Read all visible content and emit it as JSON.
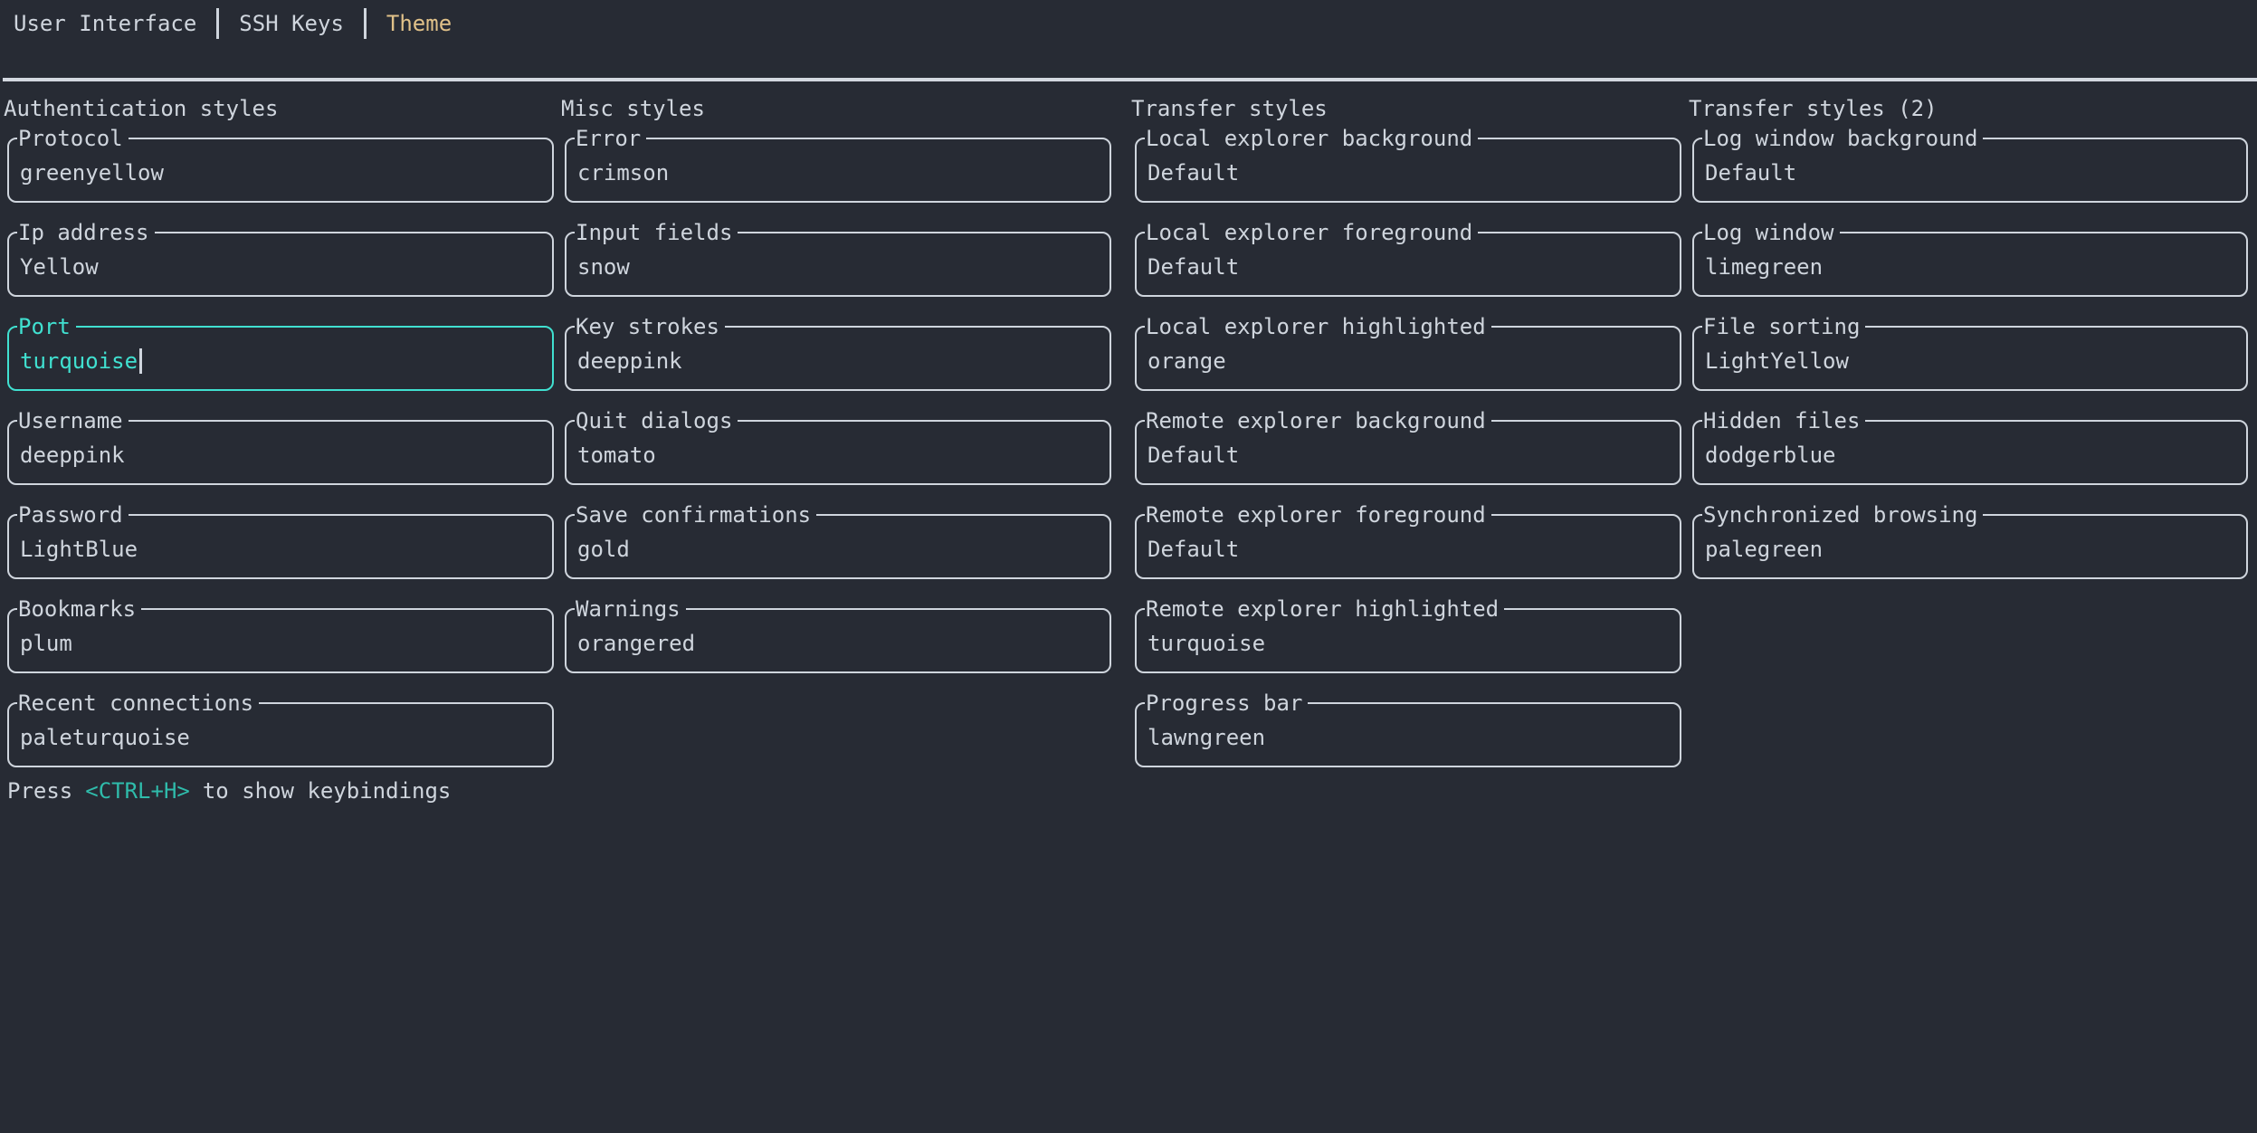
{
  "tab_bar": {
    "tabs": [
      {
        "label": "User Interface",
        "active": false
      },
      {
        "label": "SSH Keys",
        "active": false
      },
      {
        "label": "Theme",
        "active": true
      }
    ]
  },
  "columns": [
    {
      "header": "Authentication styles",
      "fields": [
        {
          "label": "Protocol",
          "value": "greenyellow",
          "focused": false
        },
        {
          "label": "Ip address",
          "value": "Yellow",
          "focused": false
        },
        {
          "label": "Port",
          "value": "turquoise",
          "focused": true
        },
        {
          "label": "Username",
          "value": "deeppink",
          "focused": false
        },
        {
          "label": "Password",
          "value": "LightBlue",
          "focused": false
        },
        {
          "label": "Bookmarks",
          "value": "plum",
          "focused": false
        },
        {
          "label": "Recent connections",
          "value": "paleturquoise",
          "focused": false
        }
      ]
    },
    {
      "header": "Misc styles",
      "fields": [
        {
          "label": "Error",
          "value": "crimson",
          "focused": false
        },
        {
          "label": "Input fields",
          "value": "snow",
          "focused": false
        },
        {
          "label": "Key strokes",
          "value": "deeppink",
          "focused": false
        },
        {
          "label": "Quit dialogs",
          "value": "tomato",
          "focused": false
        },
        {
          "label": "Save confirmations",
          "value": "gold",
          "focused": false
        },
        {
          "label": "Warnings",
          "value": "orangered",
          "focused": false
        }
      ]
    },
    {
      "header": "Transfer styles",
      "fields": [
        {
          "label": "Local explorer background",
          "value": "Default",
          "focused": false
        },
        {
          "label": "Local explorer foreground",
          "value": "Default",
          "focused": false
        },
        {
          "label": "Local explorer highlighted",
          "value": "orange",
          "focused": false
        },
        {
          "label": "Remote explorer background",
          "value": "Default",
          "focused": false
        },
        {
          "label": "Remote explorer foreground",
          "value": "Default",
          "focused": false
        },
        {
          "label": "Remote explorer highlighted",
          "value": "turquoise",
          "focused": false
        },
        {
          "label": "Progress bar",
          "value": "lawngreen",
          "focused": false
        }
      ]
    },
    {
      "header": "Transfer styles (2)",
      "fields": [
        {
          "label": "Log window background",
          "value": "Default",
          "focused": false
        },
        {
          "label": "Log window",
          "value": "limegreen",
          "focused": false
        },
        {
          "label": "File sorting",
          "value": "LightYellow",
          "focused": false
        },
        {
          "label": "Hidden files",
          "value": "dodgerblue",
          "focused": false
        },
        {
          "label": "Synchronized browsing",
          "value": "palegreen",
          "focused": false
        }
      ]
    }
  ],
  "footer": {
    "press": "Press",
    "key": "<CTRL+H>",
    "rest": "to show keybindings"
  },
  "colors": {
    "background": "#272b34",
    "foreground": "#cfd5dd",
    "focus_border": "#40e0d0",
    "active_tab": "#e0c189",
    "hotkey": "#2fbcab"
  }
}
